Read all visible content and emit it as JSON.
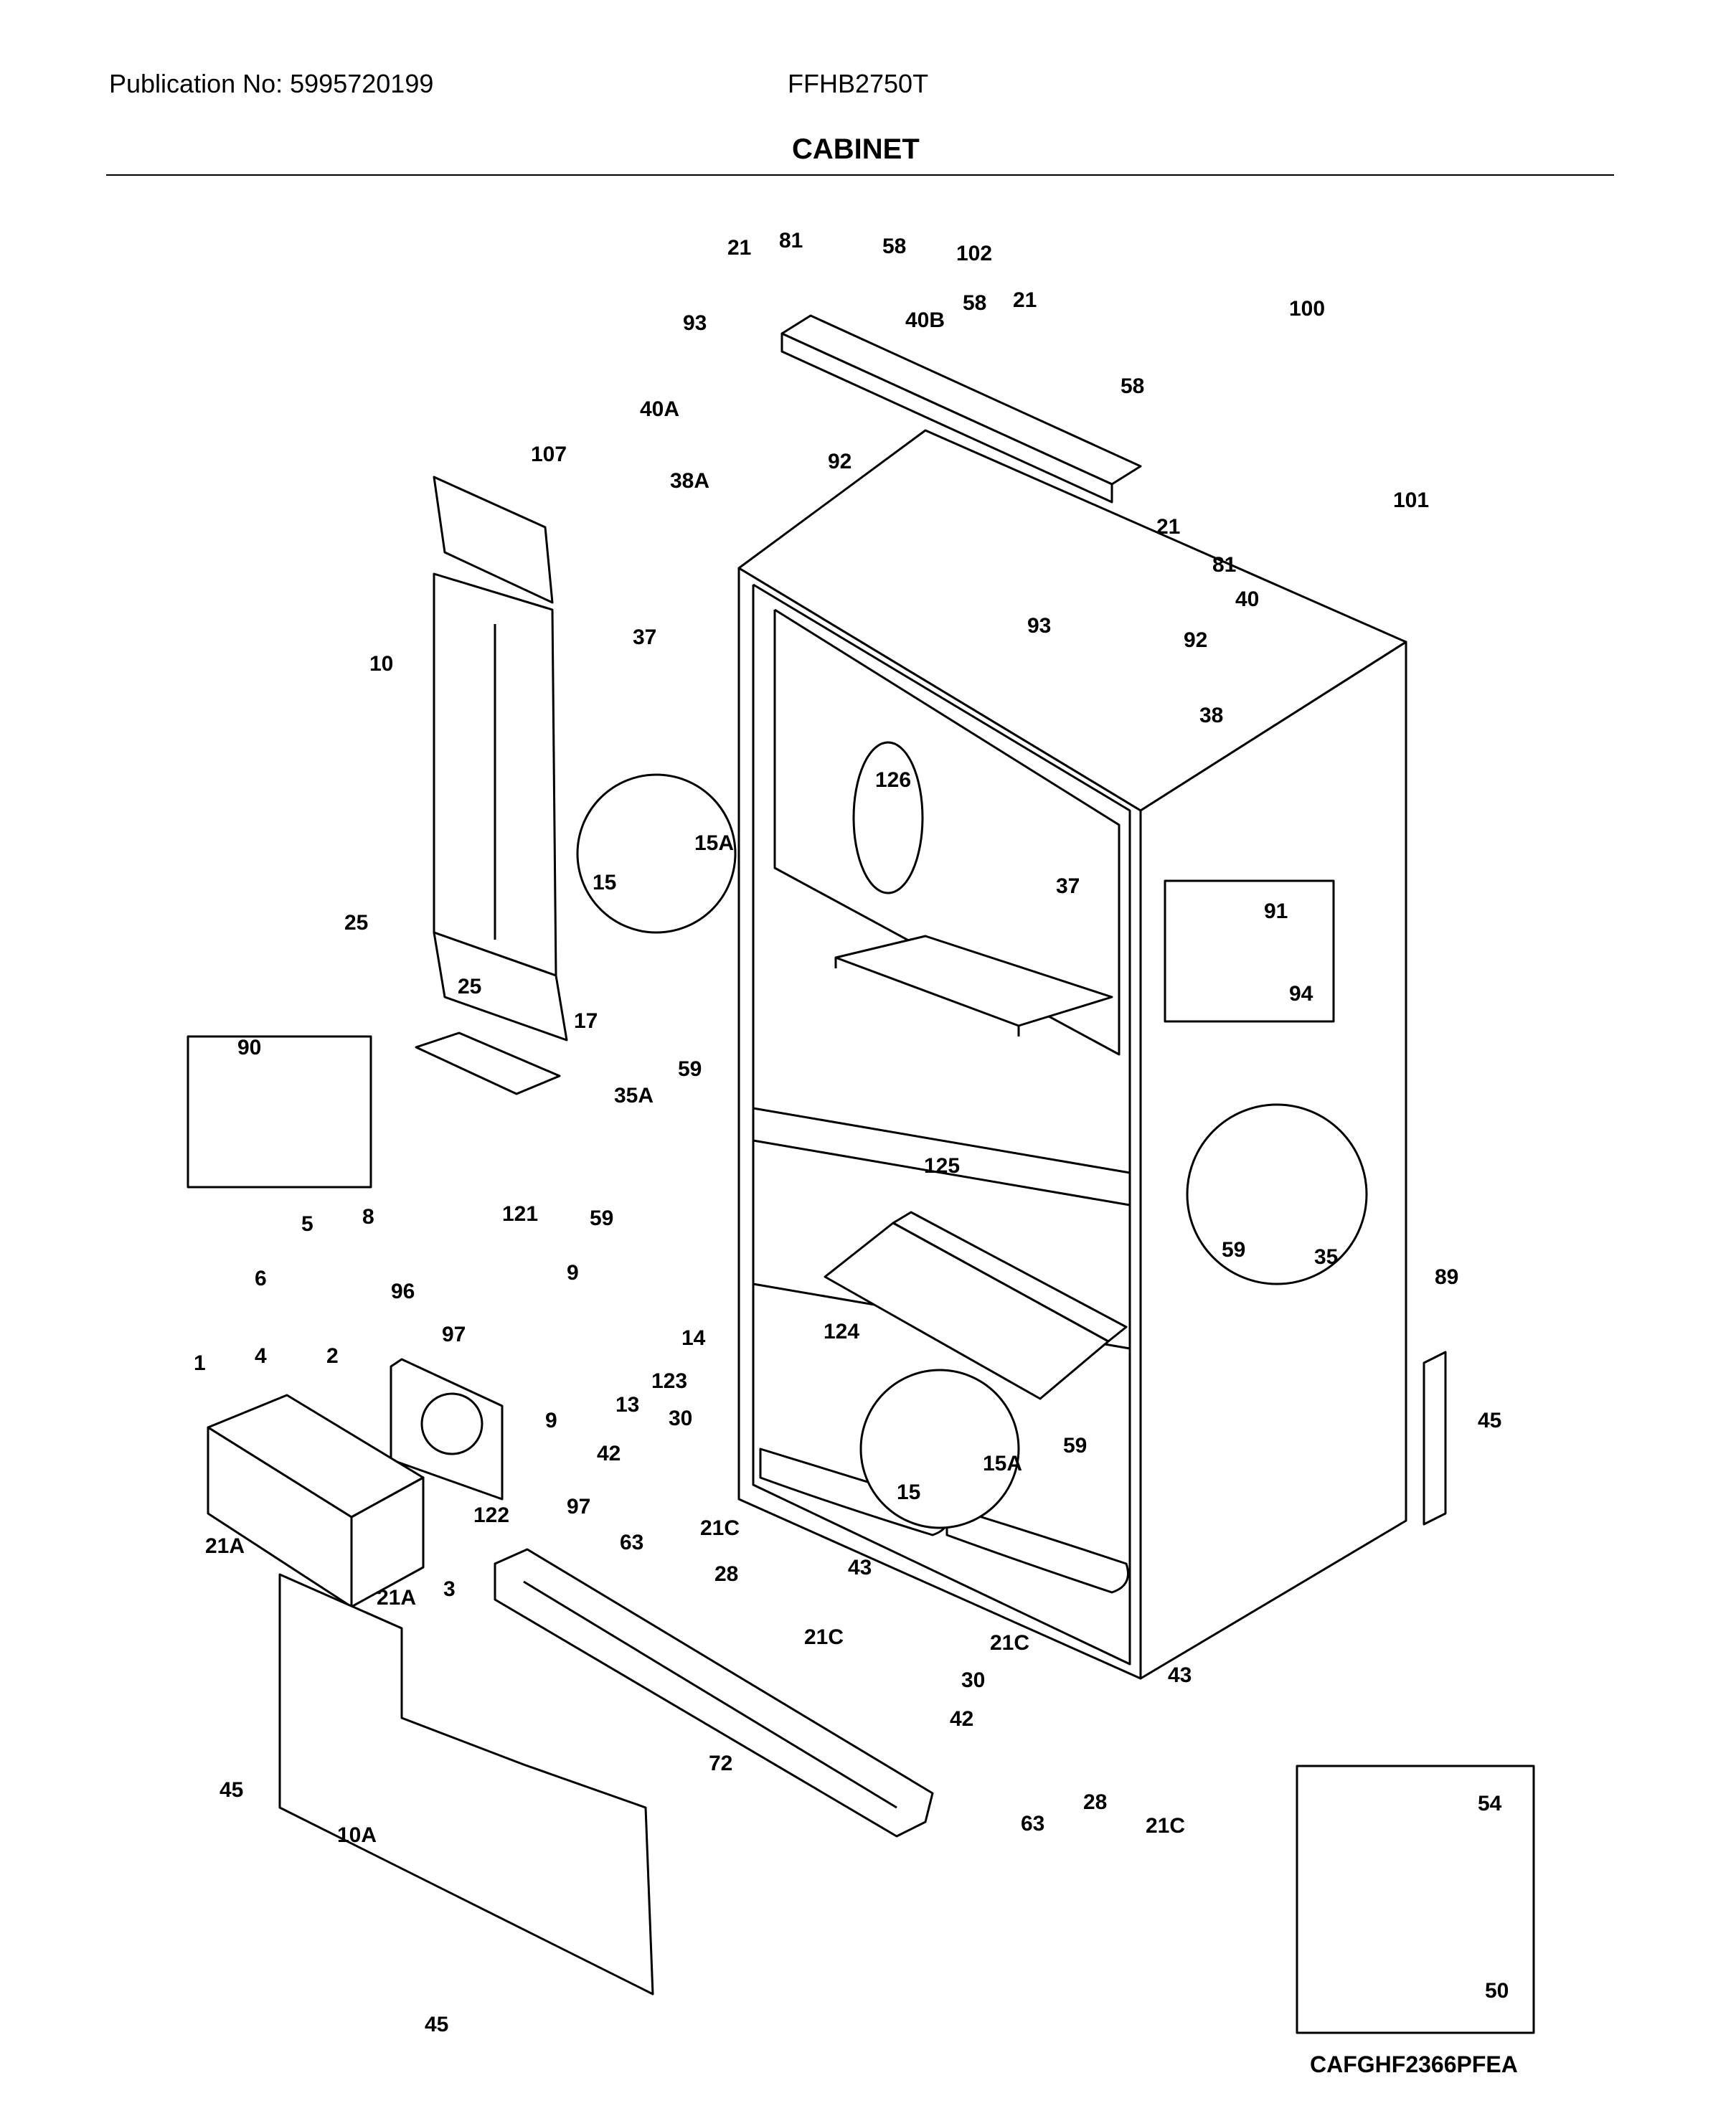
{
  "header": {
    "publication": "Publication No: 5995720199",
    "model": "FFHB2750T",
    "section_title": "CABINET"
  },
  "footer": {
    "diagram_code": "CAFGHF2366PFEA"
  },
  "callouts": [
    "1",
    "2",
    "3",
    "4",
    "5",
    "6",
    "8",
    "9",
    "9",
    "10",
    "10A",
    "13",
    "14",
    "15",
    "15",
    "15A",
    "15A",
    "17",
    "21",
    "21",
    "21",
    "21A",
    "21A",
    "21C",
    "21C",
    "21C",
    "21C",
    "25",
    "25",
    "28",
    "28",
    "30",
    "30",
    "35",
    "35A",
    "37",
    "37",
    "38",
    "38A",
    "40",
    "40A",
    "40B",
    "42",
    "42",
    "43",
    "43",
    "45",
    "45",
    "45",
    "50",
    "54",
    "58",
    "58",
    "58",
    "59",
    "59",
    "59",
    "59",
    "63",
    "63",
    "72",
    "81",
    "81",
    "89",
    "90",
    "91",
    "92",
    "92",
    "93",
    "93",
    "94",
    "96",
    "97",
    "97",
    "100",
    "101",
    "102",
    "107",
    "121",
    "122",
    "123",
    "124",
    "125",
    "126"
  ]
}
